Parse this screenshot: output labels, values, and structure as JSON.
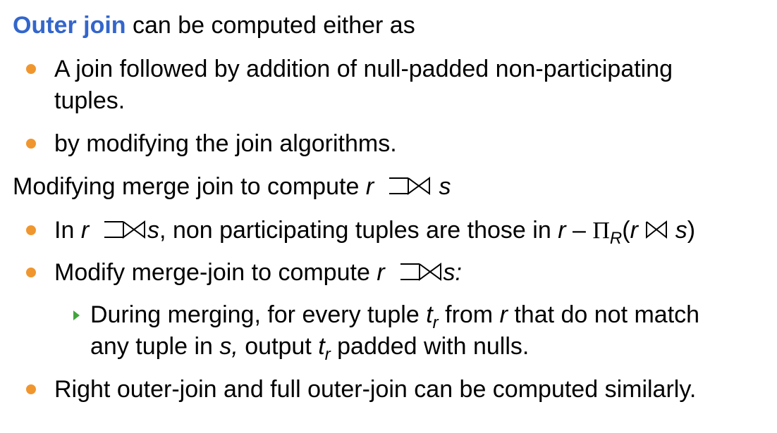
{
  "slide": {
    "intro_highlight": "Outer join",
    "intro_rest": " can be computed either as",
    "bullet1_line1": "A join followed by addition of null-padded non-participating",
    "bullet1_line2": "tuples.",
    "bullet2": "by modifying the join algorithms.",
    "heading2_prefix": "Modifying merge join to compute ",
    "heading2_r": "r",
    "heading2_s": "s",
    "bullet3_prefix": "In ",
    "bullet3_r": "r",
    "bullet3_s": "s",
    "bullet3_mid": ", non participating tuples are those in ",
    "bullet3_r2": "r",
    "bullet3_minus": " – ",
    "bullet3_pi": "Π",
    "bullet3_R": "R",
    "bullet3_open": "(",
    "bullet3_r3": "r",
    "bullet3_s2": "s",
    "bullet3_close": ")",
    "bullet4_prefix": "Modify merge-join to compute ",
    "bullet4_r": "r",
    "bullet4_s": "s:",
    "sub1_line1_a": "During merging, for every tuple ",
    "sub1_t": "t",
    "sub1_sub_r": "r",
    "sub1_line1_b": " from ",
    "sub1_r": "r",
    "sub1_line1_c": " that do not match",
    "sub1_line2_a": "any tuple in ",
    "sub1_s": "s,",
    "sub1_line2_b": " output ",
    "sub1_t2": "t",
    "sub1_sub_r2": "r",
    "sub1_line2_c": " padded with nulls.",
    "bullet5": "Right outer-join and full outer-join can be computed similarly."
  },
  "colors": {
    "highlight": "#3366cc",
    "bullet": "#f0962e",
    "sub_bullet": "#41a53b"
  },
  "icons": {
    "bullet": "orange-dot-icon",
    "sub_bullet": "green-triangle-icon",
    "left_outer_join": "left-outer-join-symbol-icon",
    "natural_join": "natural-join-symbol-icon"
  }
}
